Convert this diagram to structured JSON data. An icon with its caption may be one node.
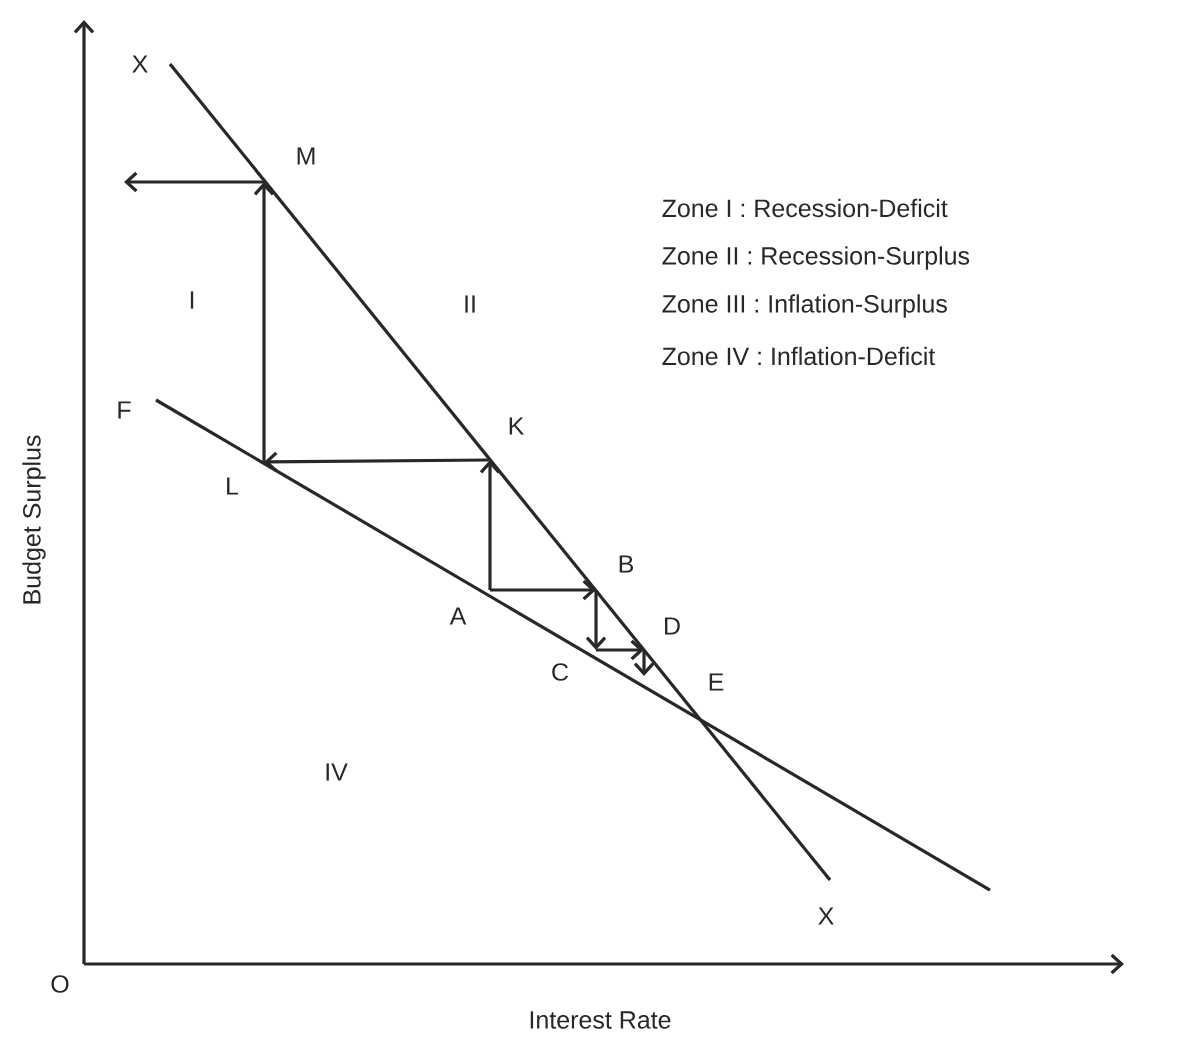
{
  "diagram": {
    "nodes": [
      {
        "text": [
          "M"
        ]
      },
      {
        "text": [
          "K"
        ]
      },
      {
        "text": [
          "L"
        ]
      },
      {
        "text": [
          "B"
        ]
      },
      {
        "text": [
          "A"
        ]
      },
      {
        "text": [
          "D"
        ]
      },
      {
        "text": [
          "C"
        ]
      },
      {
        "text": [
          "E"
        ]
      }
    ],
    "edges": [
      {
        "from": 0,
        "to": null,
        "arrow": "to"
      },
      {
        "from": 2,
        "to": 0,
        "arrow": "to"
      },
      {
        "from": 1,
        "to": 2,
        "arrow": "to"
      },
      {
        "from": 4,
        "to": 1,
        "arrow": "to"
      },
      {
        "from": 4,
        "to": 3,
        "arrow": "to"
      },
      {
        "from": 3,
        "to": 6,
        "arrow": "to"
      },
      {
        "from": 6,
        "to": 5,
        "arrow": "to"
      },
      {
        "from": 5,
        "to": null,
        "arrow": "to"
      }
    ],
    "labels": [
      "X",
      "Zone I : Recession-Deficit",
      "Zone II : Recession-Surplus",
      "Zone III : Inflation-Surplus",
      "Zone IV : Inflation-Deficit",
      "I",
      "II",
      "F",
      "IV",
      "X",
      "O",
      "Budget Surplus",
      "Interest Rate"
    ]
  }
}
